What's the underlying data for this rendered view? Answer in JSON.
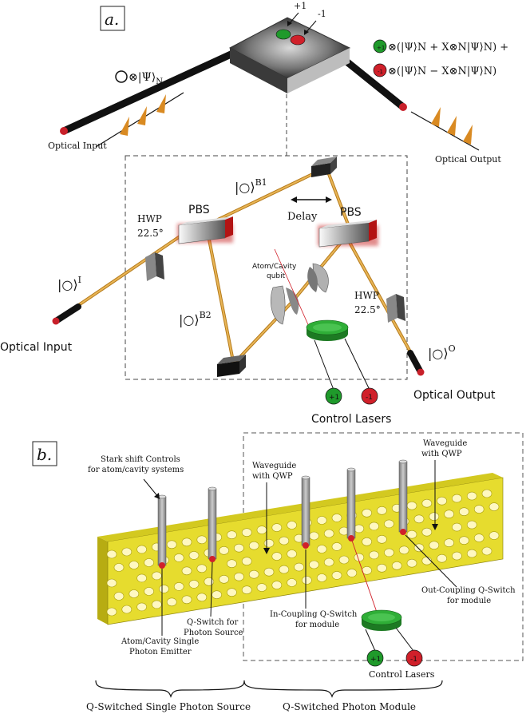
{
  "panel_a": {
    "label": "a.",
    "plus_one": "+1",
    "minus_one": "-1",
    "input_state": "⊗|Ψ⟩",
    "input_state_sub": "N",
    "output_line1_tail": "⊗(|Ψ⟩N + X⊗N|Ψ⟩N) +",
    "output_line2_tail": "⊗(|Ψ⟩N − X⊗N|Ψ⟩N)",
    "optical_input_top": "Optical Input",
    "optical_output_top": "Optical Output",
    "ket_b1": "|○⟩",
    "ket_b1_sup": "B1",
    "delay": "Delay",
    "pbs_left": "PBS",
    "pbs_right": "PBS",
    "hwp_left": "HWP",
    "hwp_left_angle": "22.5°",
    "hwp_right": "HWP",
    "hwp_right_angle": "22.5°",
    "ket_i": "|○⟩",
    "ket_i_sup": "I",
    "ket_b2": "|○⟩",
    "ket_b2_sup": "B2",
    "ket_o": "|○⟩",
    "ket_o_sup": "O",
    "atom_cavity_line1": "Atom/Cavity",
    "atom_cavity_line2": "qubit",
    "optical_input_bottom": "Optical Input",
    "optical_output_bottom": "Optical Output",
    "laser_plus": "+1",
    "laser_minus": "-1",
    "control_lasers": "Control Lasers"
  },
  "panel_b": {
    "label": "b.",
    "stark_line1": "Stark shift Controls",
    "stark_line2": "for atom/cavity systems",
    "waveguide_left_line1": "Waveguide",
    "waveguide_left_line2": "with QWP",
    "waveguide_right_line1": "Waveguide",
    "waveguide_right_line2": "with QWP",
    "outcoupling_line1": "Out-Coupling Q-Switch",
    "outcoupling_line2": "for module",
    "incoupling_line1": "In-Coupling Q-Switch",
    "incoupling_line2": "for module",
    "qswitch_src_line1": "Q-Switch for",
    "qswitch_src_line2": "Photon Source",
    "emitter_line1": "Atom/Cavity Single",
    "emitter_line2": "Photon Emitter",
    "laser_plus": "+1",
    "laser_minus": "-1",
    "control_lasers": "Control Lasers",
    "brace_left": "Q-Switched Single Photon Source",
    "brace_right": "Q-Switched Photon Module"
  },
  "colors": {
    "beam": "#e0a53a",
    "green": "#1f9a2b",
    "red": "#d0202a",
    "chip": "#e6dc2e",
    "pbs_glow": "#c41a1a"
  }
}
